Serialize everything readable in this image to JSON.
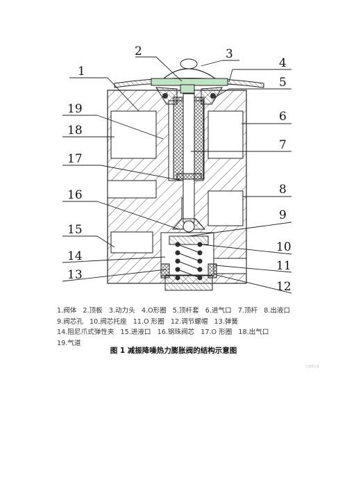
{
  "figure": {
    "callouts": [
      "1",
      "2",
      "3",
      "4",
      "5",
      "6",
      "7",
      "8",
      "9",
      "10",
      "11",
      "12",
      "13",
      "14",
      "15",
      "16",
      "17",
      "18",
      "19"
    ]
  },
  "legend": [
    "1.阀体",
    "2.顶板",
    "3.动力头",
    "4.O形圈",
    "5.顶杆套",
    "6.进气口",
    "7.顶杆",
    "8.出液口",
    "9.阀芯孔",
    "10.阀芯托座",
    "11.O 形圈",
    "12.调节螺帽",
    "13.弹簧",
    "14.阻尼爪式弹性夹",
    "15.进液口",
    "16.钢珠阀芯",
    "17.O 形圈",
    "18.出气口",
    "19.气道"
  ],
  "caption": "图 1 减振降噪热力膨胀阀的结构示意图",
  "watermark": "工程师之家",
  "colors": {
    "green_plate": "#bfe3c4",
    "hatch": "#444444",
    "ink": "#111111"
  }
}
